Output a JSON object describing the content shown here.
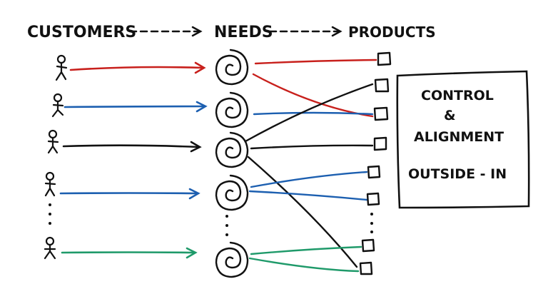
{
  "headers": {
    "customers": "CUSTOMERS",
    "needs": "NEEDS",
    "products": "PRODUCTS"
  },
  "box": {
    "line1": "CONTROL",
    "line2": "&",
    "line3": "ALIGNMENT",
    "line4": "OUTSIDE - IN"
  },
  "colors": {
    "ink": "#111111",
    "red": "#c8201c",
    "blue": "#1c5fb0",
    "green": "#1f9a6a"
  }
}
